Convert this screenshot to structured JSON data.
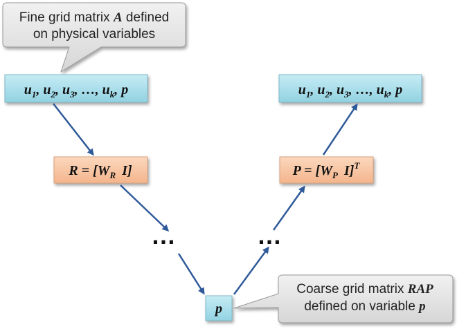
{
  "callouts": {
    "top_left": {
      "prefix": "Fine grid matrix ",
      "math": "A",
      "suffix": " defined",
      "line2": "on physical variables"
    },
    "bottom_right": {
      "prefix": "Coarse grid matrix ",
      "math": "RAP",
      "line2_prefix": "defined on variable ",
      "line2_math": "p"
    }
  },
  "fine_left": {
    "vars": [
      "u",
      "u",
      "u",
      "…",
      "u",
      "p"
    ],
    "subs": [
      "1",
      "2",
      "3",
      "",
      "k",
      ""
    ]
  },
  "fine_right": {
    "vars": [
      "u",
      "u",
      "u",
      "…",
      "u",
      "p"
    ],
    "subs": [
      "1",
      "2",
      "3",
      "",
      "k",
      ""
    ]
  },
  "restriction": {
    "lhs": "R = [W",
    "sub": "R",
    "rhs": "I]"
  },
  "prolongation": {
    "lhs": "P = [W",
    "sub": "P",
    "rhs": "I]",
    "sup": "T"
  },
  "ellipsis_left": "…",
  "ellipsis_right": "…",
  "coarse": {
    "label": "p"
  },
  "colors": {
    "fine_box": "#a9dde9",
    "restriction_box": "#f7c3a0",
    "callout_fill": "#e4e4e4",
    "arrow": "#2f5a9a"
  }
}
